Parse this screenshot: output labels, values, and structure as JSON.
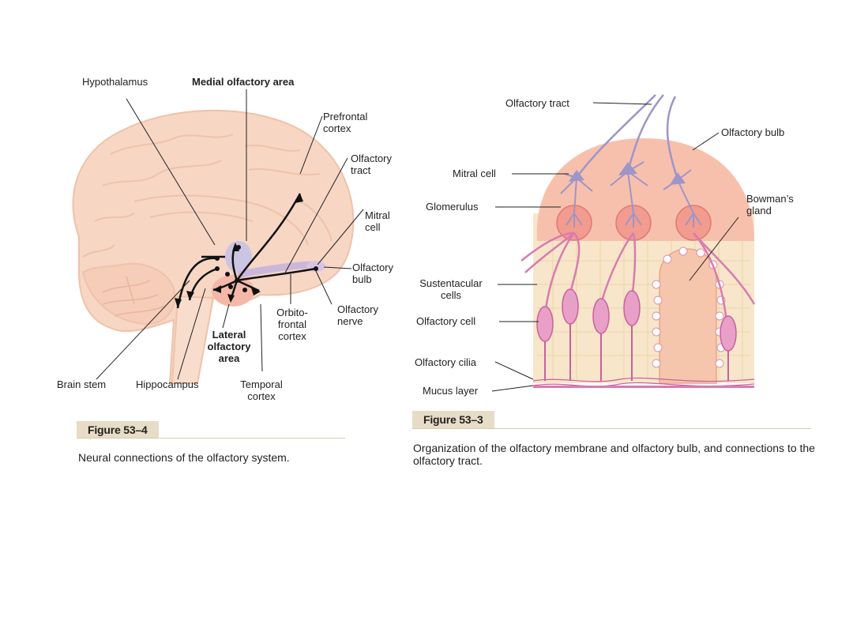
{
  "left_figure": {
    "labels": {
      "hypothalamus": "Hypothalamus",
      "medial": "Medial olfactory area",
      "prefrontal": "Prefrontal\ncortex",
      "olf_tract": "Olfactory\ntract",
      "mitral": "Mitral\ncell",
      "olf_bulb": "Olfactory\nbulb",
      "olf_nerve": "Olfactory\nnerve",
      "orbito": "Orbito-\nfrontal\ncortex",
      "lateral": "Lateral\nolfactory\narea",
      "brain_stem": "Brain stem",
      "hippocampus": "Hippocampus",
      "temporal": "Temporal\ncortex"
    },
    "figure_tag": "Figure 53–4",
    "caption": "Neural connections of the olfactory system."
  },
  "right_figure": {
    "labels": {
      "olf_tract": "Olfactory tract",
      "olf_bulb": "Olfactory bulb",
      "mitral": "Mitral cell",
      "glomerulus": "Glomerulus",
      "bowman": "Bowman’s\ngland",
      "sustentacular": "Sustentacular\ncells",
      "olf_cell": "Olfactory cell",
      "olf_cilia": "Olfactory cilia",
      "mucus": "Mucus layer"
    },
    "figure_tag": "Figure 53–3",
    "caption": "Organization of the olfactory membrane and olfactory bulb, and connections to the olfactory tract."
  },
  "colors": {
    "brain": "#f7d6c4",
    "brain_edge": "#efc2aa",
    "bulb": "#f4b3a3",
    "membrane": "#f7e6c9",
    "neuron": "#9e95c8",
    "olf_cell": "#d97bb0",
    "tag_bg": "#e7dcc5"
  }
}
